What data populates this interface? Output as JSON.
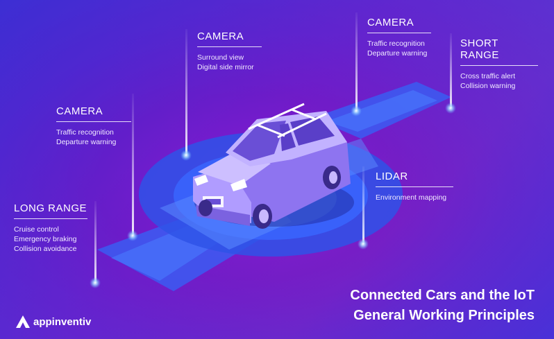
{
  "labels": {
    "camera_left": {
      "title": "CAMERA",
      "lines": [
        "Traffic recognition",
        "Departure warning"
      ]
    },
    "camera_middle": {
      "title": "CAMERA",
      "lines": [
        "Surround view",
        "Digital side mirror"
      ]
    },
    "camera_right": {
      "title": "CAMERA",
      "lines": [
        "Traffic recognition",
        "Departure warning"
      ]
    },
    "short_range": {
      "title": "SHORT RANGE",
      "lines": [
        "Cross traffic alert",
        "Collision warning"
      ]
    },
    "lidar": {
      "title": "LIDAR",
      "lines": [
        "Environment mapping"
      ]
    },
    "long_range": {
      "title": "LONG RANGE",
      "lines": [
        "Cruise control",
        "Emergency braking",
        "Collision avoidance"
      ]
    }
  },
  "heading": {
    "line1": "Connected Cars and the IoT",
    "line2": "General Working Principles"
  },
  "brand": {
    "name": "appinventiv",
    "icon": "logo-a-icon"
  },
  "colors": {
    "accent_white": "#ffffff",
    "beam_blue": "#3f6cff",
    "car_lavender": "#b7a6ff"
  }
}
